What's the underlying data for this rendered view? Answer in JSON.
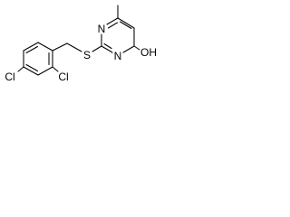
{
  "molecule": {
    "atoms": {
      "n1": "N",
      "n3": "N",
      "s": "S",
      "o": "OH",
      "cl2": "Cl",
      "cl4": "Cl"
    },
    "colors": {
      "bond": "#000000",
      "label": "#000000",
      "background": "#ffffff"
    }
  }
}
